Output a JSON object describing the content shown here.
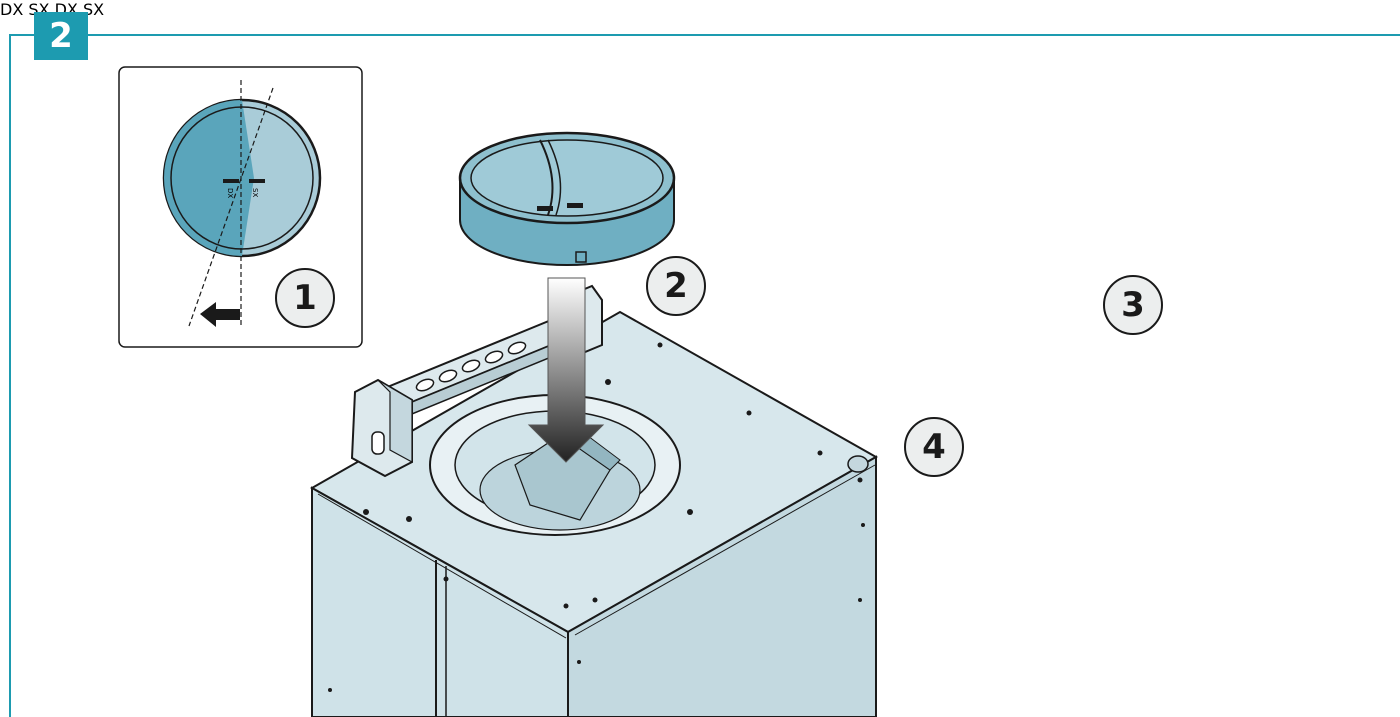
{
  "step_header": {
    "number": "2"
  },
  "callouts": {
    "one": "1",
    "two": "2",
    "three": "3",
    "four": "4"
  },
  "damper_marks": {
    "left": "DX",
    "right": "SX"
  },
  "colors": {
    "accent": "#1d9bb0",
    "flap_dark": "#5aa5bb",
    "flap_light": "#a9ccd8",
    "hood_body": "#cfe0e5",
    "ceiling": "#e0e0e0",
    "outline": "#1a1a1a"
  },
  "icons": [
    "arrow-left-icon",
    "arrow-down-icon",
    "rotate-arrow-icon",
    "screw-icon"
  ]
}
